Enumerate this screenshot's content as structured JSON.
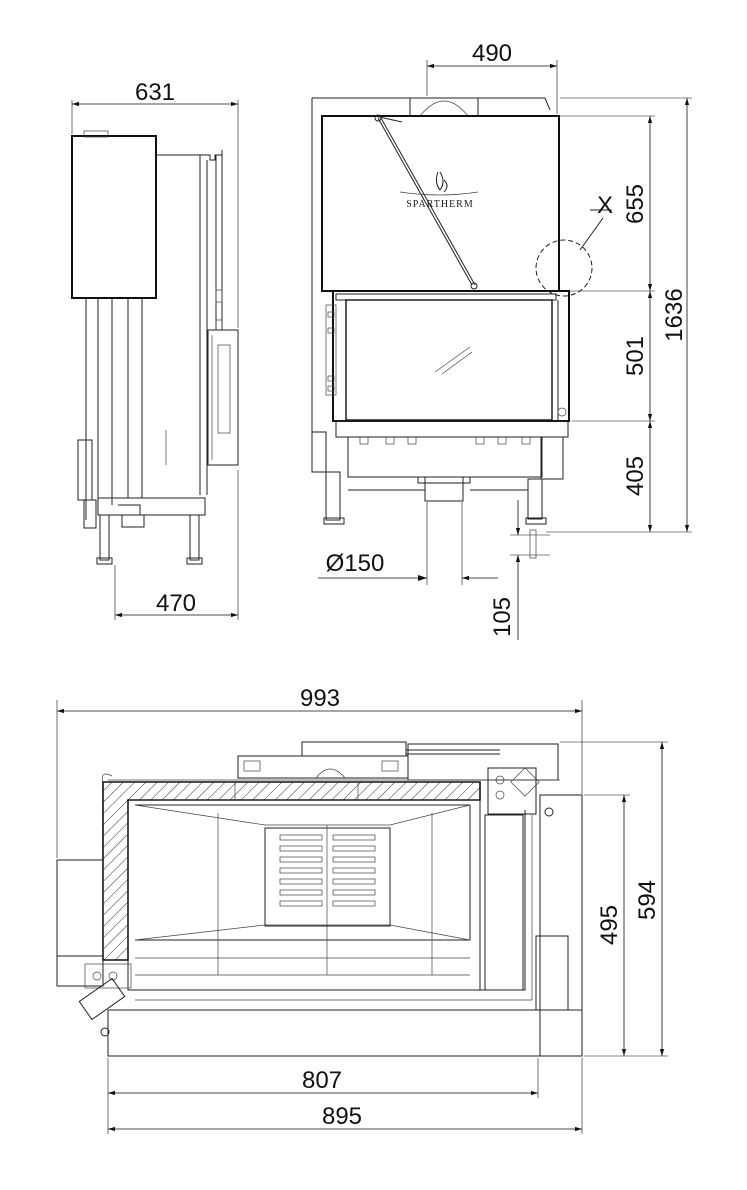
{
  "brand": "SPARTHERM",
  "detail_label": "X",
  "dimensions": {
    "side_depth": "631",
    "side_base": "470",
    "top_width": "490",
    "upper_height": "655",
    "total_height": "1636",
    "door_height": "501",
    "base_height": "405",
    "flue_diameter": "Ø150",
    "leg_adjust": "105",
    "plan_width": "993",
    "plan_depth_outer": "594",
    "plan_depth_inner": "495",
    "plan_width_807": "807",
    "plan_width_895": "895"
  }
}
